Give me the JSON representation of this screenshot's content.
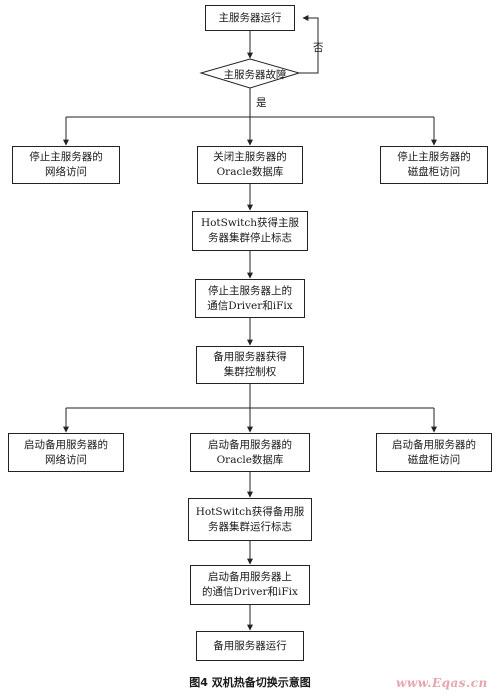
{
  "nodes": {
    "main_running": "主服务器运行",
    "main_fault": "主服务器故障",
    "stop_main_network": "停止主服务器的\n网络访问",
    "close_main_oracle": "关闭主服务器的\nOracle数据库",
    "stop_main_disk": "停止主服务器的\n磁盘柜访问",
    "hotswitch_main_stop": "HotSwitch获得主服\n务器集群停止标志",
    "stop_main_driver": "停止主服务器上的\n通信Driver和iFix",
    "backup_gets_control": "备用服务器获得\n集群控制权",
    "start_backup_network": "启动备用服务器的\n网络访问",
    "start_backup_oracle": "启动备用服务器的\nOracle数据库",
    "start_backup_disk": "启动备用服务器的\n磁盘柜访问",
    "hotswitch_backup_run": "HotSwitch获得备用服\n务器集群运行标志",
    "start_backup_driver": "启动备用服务器上\n的通信Driver和iFix",
    "backup_running": "备用服务器运行"
  },
  "labels": {
    "no": "否",
    "yes": "是"
  },
  "caption": "图4  双机热备切换示意图",
  "watermark": "www.Eqas.cn"
}
